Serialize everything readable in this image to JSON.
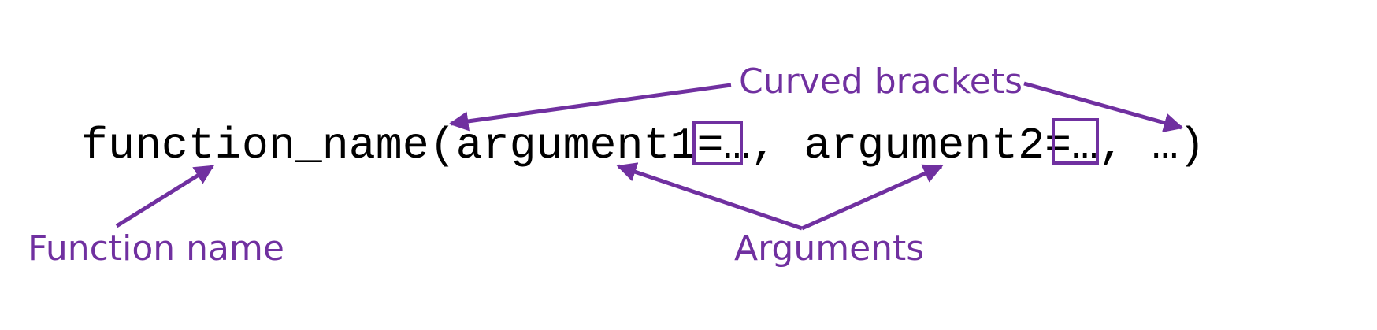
{
  "code": "function_name(argument1=…, argument2=…, …)",
  "labels": {
    "curved_brackets": "Curved brackets",
    "function_name": "Function name",
    "arguments": "Arguments"
  },
  "colors": {
    "accent": "#7030A0",
    "text": "#000000"
  }
}
